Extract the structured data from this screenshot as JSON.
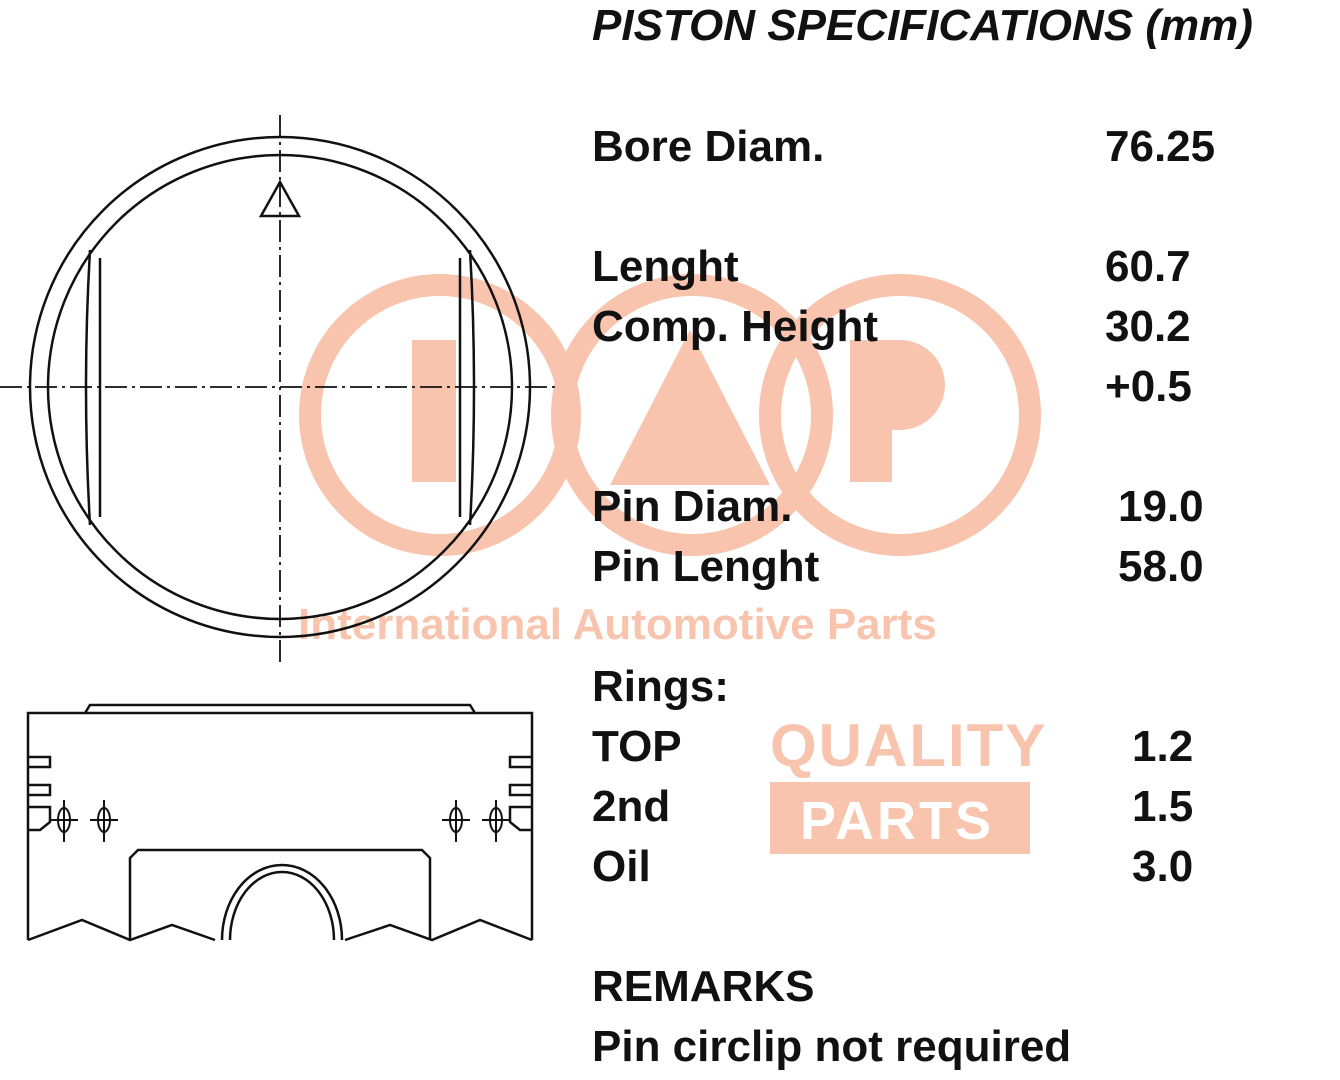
{
  "title": "PISTON SPECIFICATIONS (mm)",
  "specs": [
    {
      "label": "Bore Diam.",
      "value": "76.25"
    },
    {
      "label": "Lenght",
      "value": "60.7"
    },
    {
      "label": "Comp. Height",
      "value": "30.2"
    },
    {
      "label": "",
      "value": "+0.5"
    },
    {
      "label": "Pin Diam.",
      "value": "19.0"
    },
    {
      "label": "Pin Lenght",
      "value": "58.0"
    },
    {
      "label": "Rings:",
      "value": ""
    },
    {
      "label": "TOP",
      "value": "1.2"
    },
    {
      "label": "2nd",
      "value": "1.5"
    },
    {
      "label": "Oil",
      "value": "3.0"
    }
  ],
  "remarks": {
    "heading": "REMARKS",
    "text": "Pin circlip not required"
  },
  "watermark": {
    "company": "International Automotive Parts",
    "quality": "QUALITY",
    "parts": "PARTS",
    "color": "#f8c4ae"
  }
}
